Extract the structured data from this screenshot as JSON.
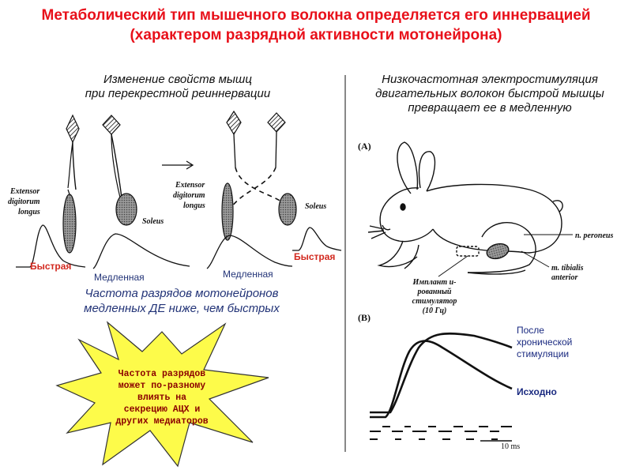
{
  "title": {
    "line1": "Метаболический тип мышечного волокна определяется его иннервацией",
    "line2": "(характером разрядной активности мотонейрона)"
  },
  "left": {
    "heading_line1": "Изменение свойств мышц",
    "heading_line2": "при перекрестной реиннервации",
    "label_edl_1": "Extensor",
    "label_edl_2": "digitorum",
    "label_edl_3": "longus",
    "label_soleus": "Soleus",
    "label_edl2_1": "Extensor",
    "label_edl2_2": "digitorum",
    "label_edl2_3": "longus",
    "label_soleus2": "Soleus",
    "fast_1": "Быстрая",
    "slow_1": "Медленная",
    "slow_2": "Медленная",
    "fast_2": "Быстрая",
    "note_line1": "Частота разрядов мотонейронов",
    "note_line2": "медленных ДЕ ниже, чем быстрых"
  },
  "star": {
    "line1": "Частота разрядов",
    "line2": "может по-разному",
    "line3": "влиять на",
    "line4": "секрецию АЦХ и",
    "line5": "других медиаторов",
    "fill": "#fdfb4a"
  },
  "right": {
    "heading_line1": "Низкочастотная электростимуляция",
    "heading_line2": "двигательных волокон быстрой мышцы",
    "heading_line3": "превращает ее в медленную",
    "panel_a": "(A)",
    "panel_b": "(B)",
    "n_peroneus": "n. peroneus",
    "tibialis_1": "m. tibialis",
    "tibialis_2": "anterior",
    "implant_1": "Имплант и-",
    "implant_2": "рованный",
    "implant_3": "стимулятор",
    "implant_4": "(10 Гц)",
    "after_1": "После",
    "after_2": "хронической",
    "after_3": "стимуляции",
    "initial": "Исходно",
    "scale": "10 ms"
  },
  "colors": {
    "title": "#e8101a",
    "fast": "#d2281e",
    "slow_text": "#223377",
    "legend": "#1a2a80"
  }
}
